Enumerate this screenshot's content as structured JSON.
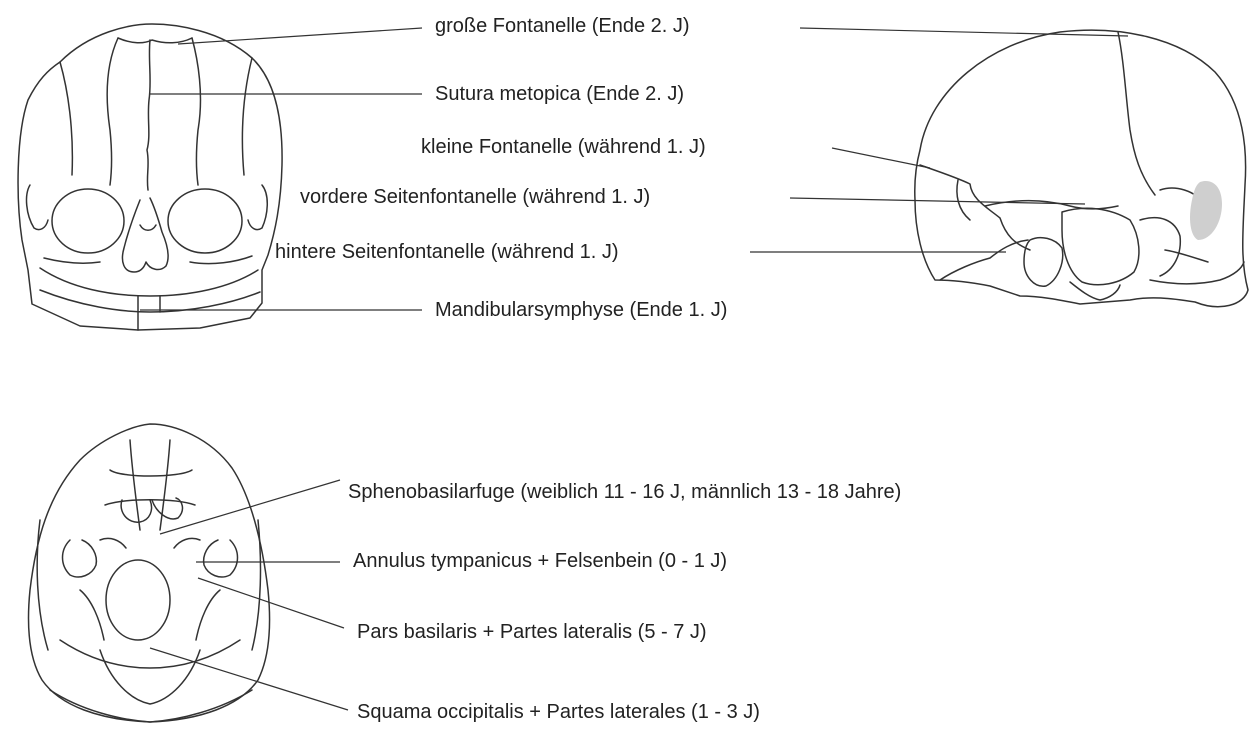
{
  "labels": {
    "grosse_fontanelle": "große Fontanelle (Ende 2. J)",
    "sutura_metopica": "Sutura metopica (Ende 2. J)",
    "kleine_fontanelle": "kleine Fontanelle (während 1. J)",
    "vordere_seitenfontanelle": "vordere Seitenfontanelle (während 1. J)",
    "hintere_seitenfontanelle": "hintere Seitenfontanelle (während 1. J)",
    "mandibularsymphyse": "Mandibularsymphyse (Ende 1. J)",
    "sphenobasilarfuge": "Sphenobasilarfuge (weiblich 11 - 16 J, männlich 13 - 18 Jahre)",
    "annulus_tympanicus": "Annulus tympanicus + Felsenbein (0 - 1 J)",
    "pars_basilaris": "Pars basilaris + Partes lateralis (5 - 7 J)",
    "squama_occipitalis": "Squama occipitalis + Partes laterales (1 - 3 J)"
  },
  "colors": {
    "line": "#333333",
    "text": "#222222",
    "shade": "#cfcfcf"
  }
}
